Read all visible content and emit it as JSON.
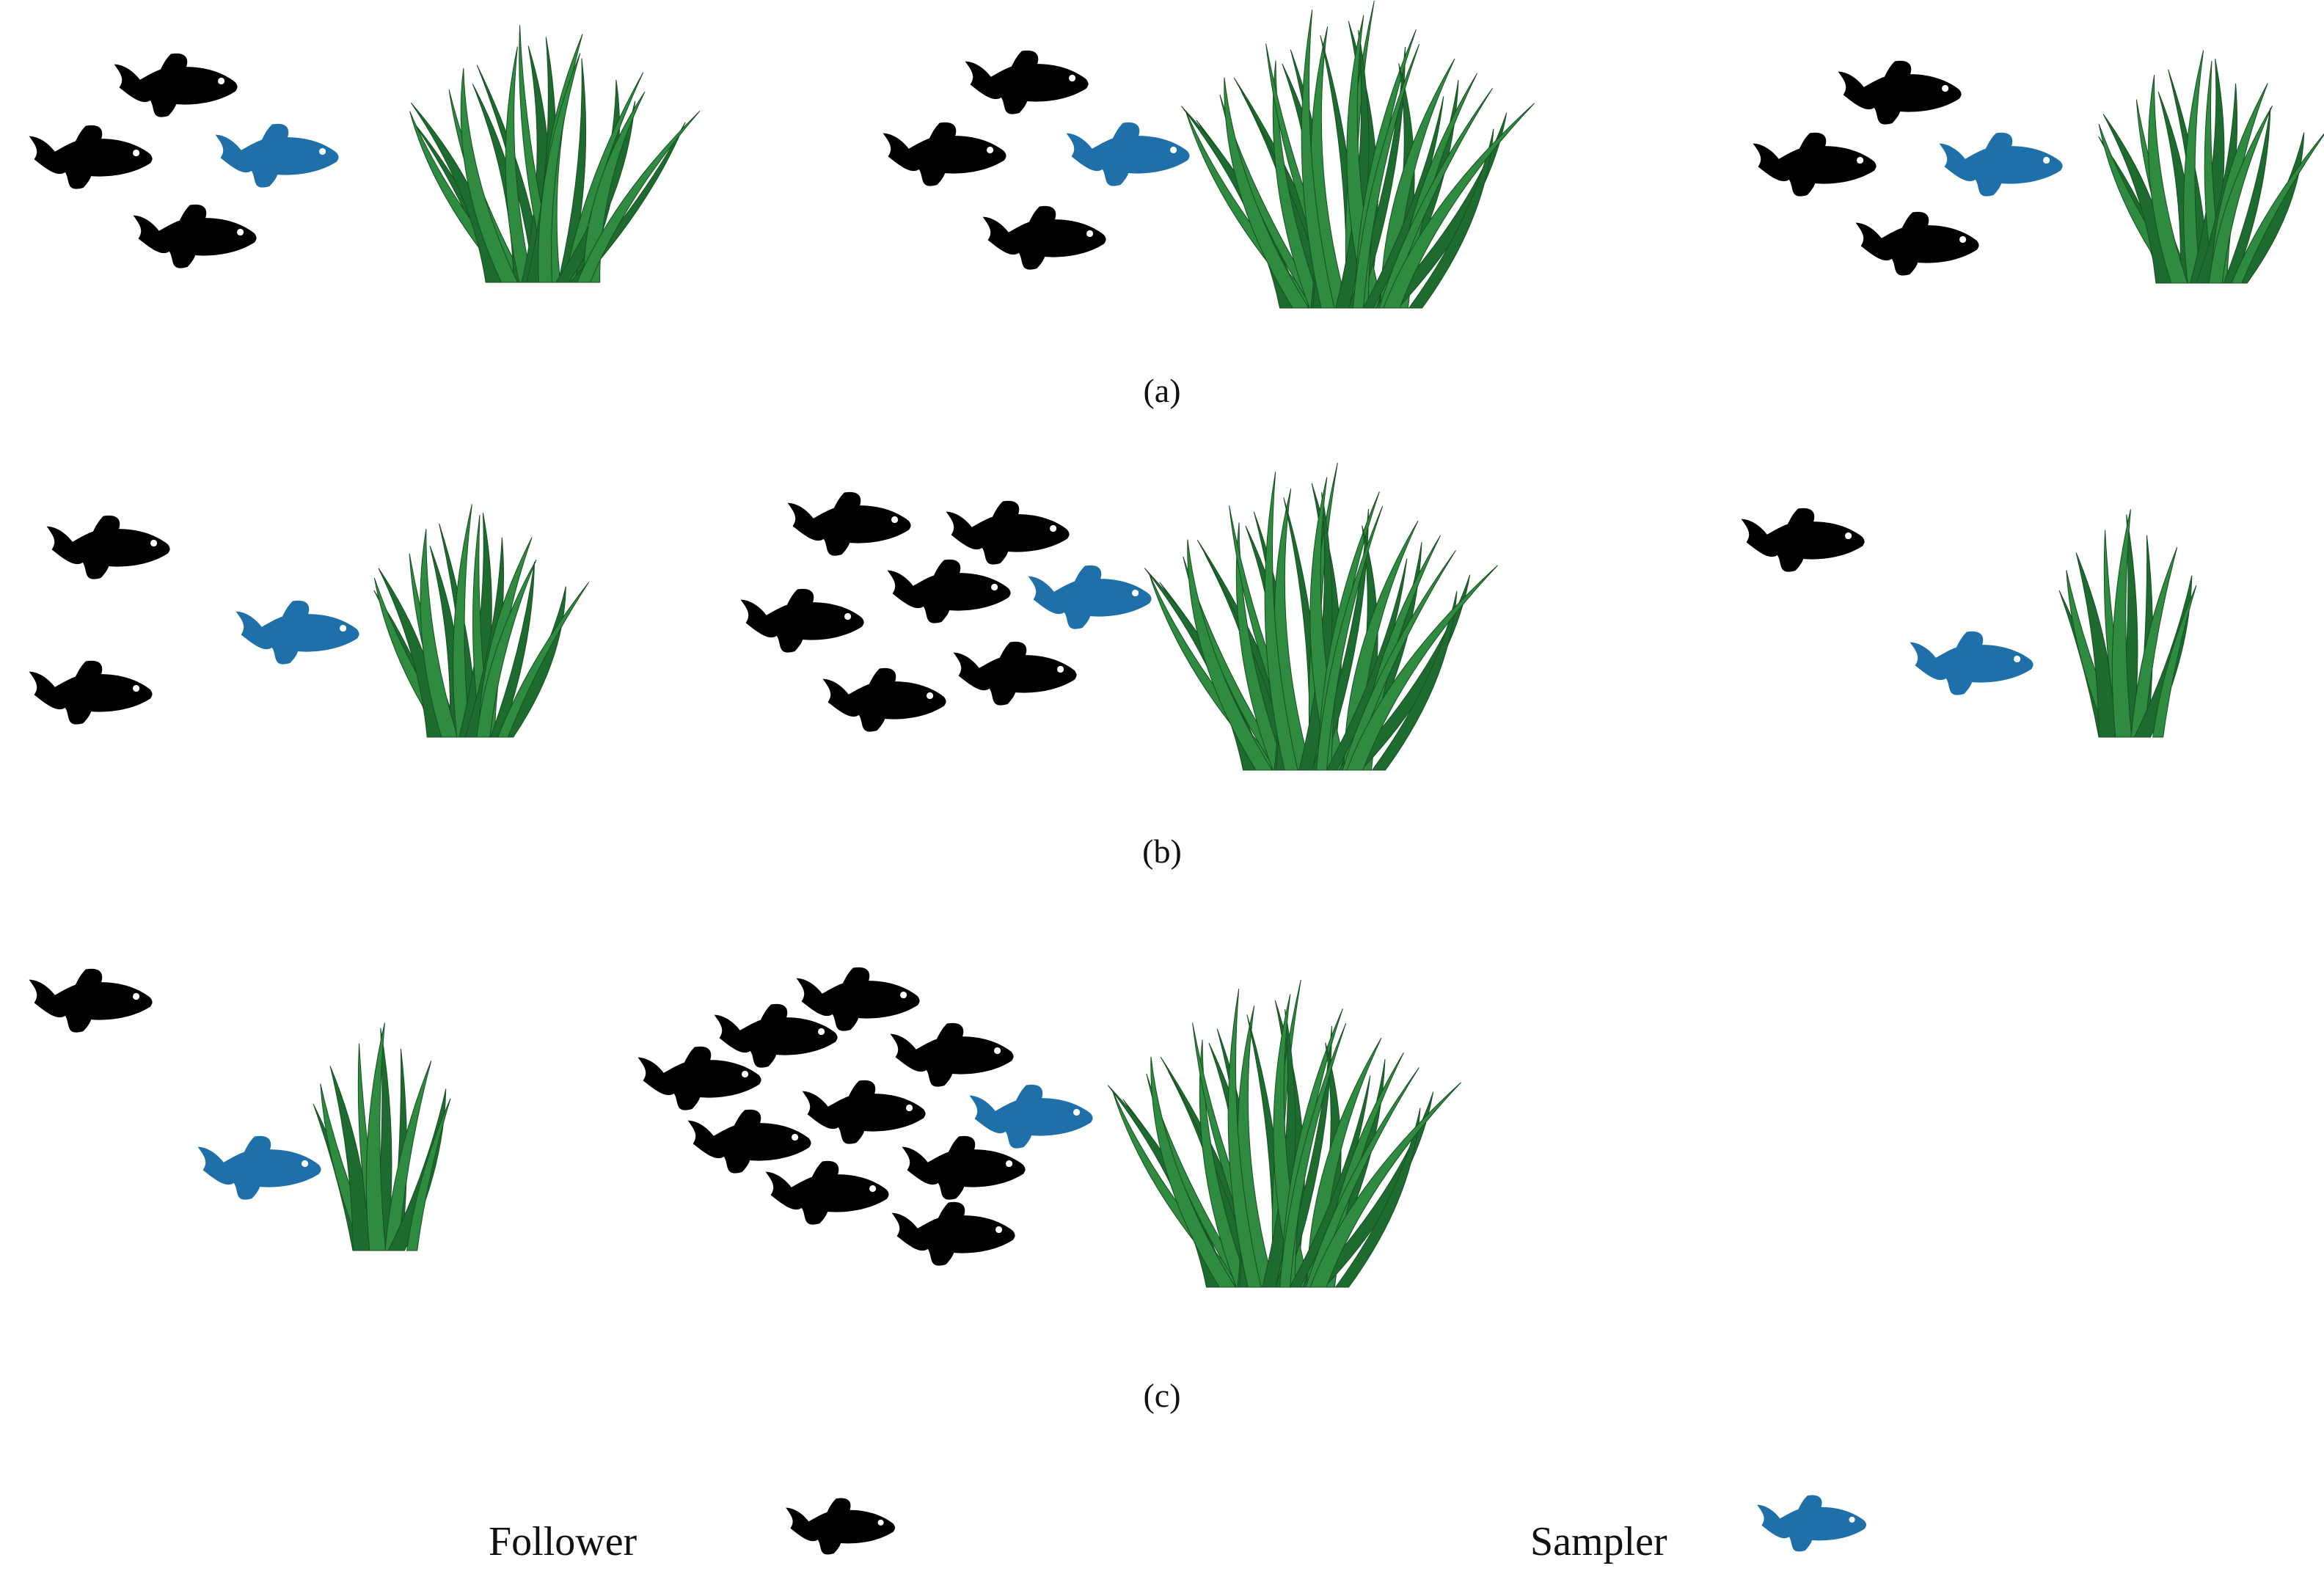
{
  "colors": {
    "follower": "#000000",
    "sampler": "#1f6fa8",
    "grass_dark": "#1d6b2e",
    "grass_light": "#2e8b3f"
  },
  "icons": {
    "follower": "black-fish-icon",
    "sampler": "blue-fish-icon",
    "vegetation": "seagrass-icon"
  },
  "panels": [
    {
      "label": "(a)"
    },
    {
      "label": "(b)"
    },
    {
      "label": "(c)"
    }
  ],
  "legend": {
    "follower_label": "Follower",
    "sampler_label": "Sampler"
  }
}
